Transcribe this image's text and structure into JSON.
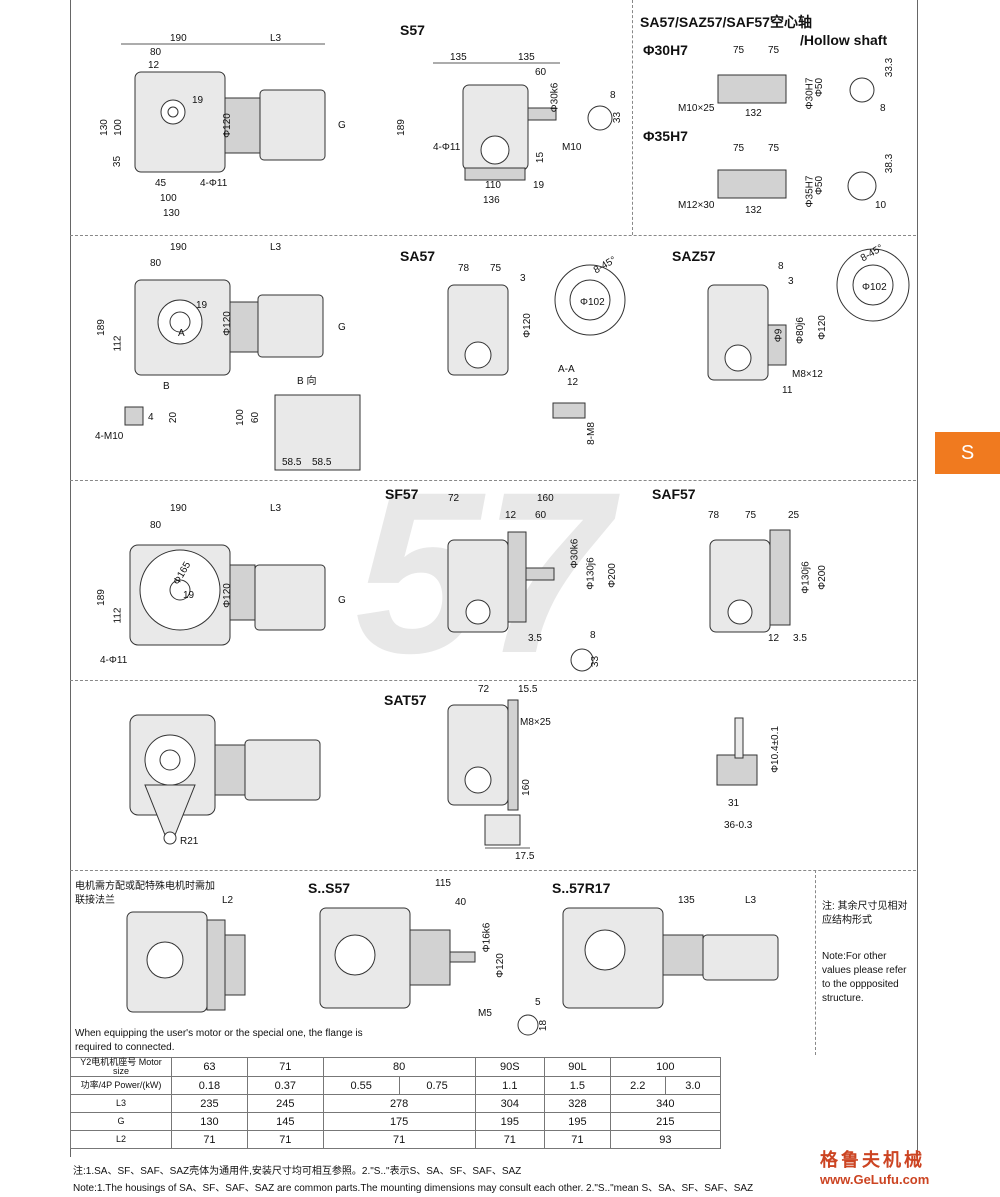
{
  "tab_label": "S",
  "watermark": "57",
  "titles": {
    "s57": "S57",
    "hollow_1": "SA57/SAZ57/SAF57空心轴",
    "hollow_2": "/Hollow shaft",
    "phi30": "Φ30H7",
    "phi35": "Φ35H7",
    "sa57": "SA57",
    "saz57": "SAZ57",
    "sf57": "SF57",
    "saf57": "SAF57",
    "sat57": "SAT57",
    "ss57": "S..S57",
    "s57r17": "S..57R17"
  },
  "dims": {
    "d190": "190",
    "L3": "L3",
    "d80": "80",
    "d12": "12",
    "d130": "130",
    "d100": "100",
    "d35": "35",
    "d19": "19",
    "phi120": "Φ120",
    "G": "G",
    "d45": "45",
    "holes4": "4-Φ11",
    "d135": "135",
    "d60": "60",
    "phi30k6": "Φ30k6",
    "d8": "8",
    "d33": "33",
    "d189": "189",
    "M10": "M10",
    "d15": "15",
    "d110": "110",
    "d136": "136",
    "d75": "75",
    "d33_3": "33.3",
    "phi50": "Φ50",
    "phi30H7": "Φ30H7",
    "M10x25": "M10×25",
    "d132": "132",
    "d38_3": "38.3",
    "phi35H7": "Φ35H7",
    "M12x30": "M12×30",
    "d10": "10",
    "d112": "112",
    "A": "A",
    "B": "B",
    "d4": "4",
    "d20": "20",
    "M10_4": "4-M10",
    "B_dir": "B 向",
    "d58_5": "58.5",
    "d78": "78",
    "d3": "3",
    "angle": "8-45°",
    "phi102": "Φ102",
    "AA": "A-A",
    "M8_8": "8-M8",
    "phi80j6": "Φ80j6",
    "phi9": "Φ9",
    "M8x12": "M8×12",
    "d11": "11",
    "d72": "72",
    "d160": "160",
    "phi165": "Φ165",
    "phi130j6": "Φ130j6",
    "phi200": "Φ200",
    "d3_5": "3.5",
    "d25": "25",
    "d15_5": "15.5",
    "M8x25": "M8×25",
    "d17_5": "17.5",
    "R21": "R21",
    "d10_4": "Φ10.4±0.1",
    "d31": "31",
    "d36": "36-0.3",
    "d115": "115",
    "d40": "40",
    "phi16k6": "Φ16k6",
    "M5": "M5",
    "d5": "5",
    "d18": "18",
    "L2": "L2"
  },
  "notes": {
    "flange_cn": "电机需方配或配特殊电机时需加联接法兰",
    "flange_en": "When equipping the user's motor or the special one, the flange is required to connected.",
    "side_cn": "注: 其余尺寸见相对应结构形式",
    "side_en": "Note:For other values please refer to the oppposited structure."
  },
  "table": {
    "row_headers": [
      "Y2电机机座号 Motor size",
      "功率/4P Power/(kW)",
      "L3",
      "G",
      "L2"
    ],
    "motor_size": [
      "63",
      "71",
      "80",
      "90S",
      "90L",
      "100"
    ],
    "power": [
      "0.18",
      "0.37",
      "0.55",
      "0.75",
      "1.1",
      "1.5",
      "2.2",
      "3.0"
    ],
    "L3": [
      "235",
      "245",
      "278",
      "304",
      "328",
      "340"
    ],
    "G": [
      "130",
      "145",
      "175",
      "195",
      "195",
      "215"
    ],
    "L2": [
      "71",
      "71",
      "71",
      "71",
      "71",
      "93"
    ]
  },
  "footer": {
    "cn": "注:1.SA、SF、SAF、SAZ壳体为通用件,安装尺寸均可相互参照。2.\"S..\"表示S、SA、SF、SAF、SAZ",
    "en": "Note:1.The housings of SA、SF、SAF、SAZ are common parts.The mounting dimensions may consult each other. 2.\"S..\"mean S、SA、SF、SAF、SAZ"
  },
  "brand": {
    "cn": "格鲁夫机械",
    "url": "www.GeLufu.com"
  }
}
